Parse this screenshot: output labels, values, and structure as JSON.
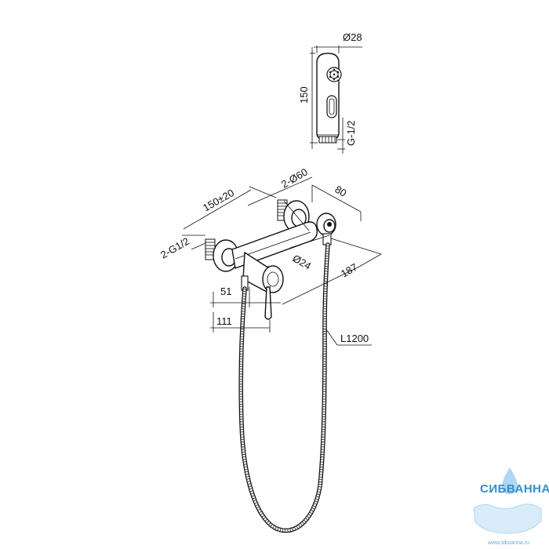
{
  "dimensions": {
    "handset_diameter": "Ø28",
    "handset_length": "150",
    "handset_thread": "G-1/2",
    "flange_diameter": "2-Ø60",
    "projection": "80",
    "centre_distance": "150±20",
    "inlet_thread": "2-G1/2",
    "bar_diameter": "Ø24",
    "overall_depth": "187",
    "lever_offset": "51",
    "lever_depth": "111",
    "hose_length": "L1200"
  },
  "watermark": {
    "brand": "СИБВАННА",
    "url": "www.sibvanna.ru",
    "colors": {
      "primary": "#2f8fd0",
      "light": "#9fd0f0"
    }
  }
}
